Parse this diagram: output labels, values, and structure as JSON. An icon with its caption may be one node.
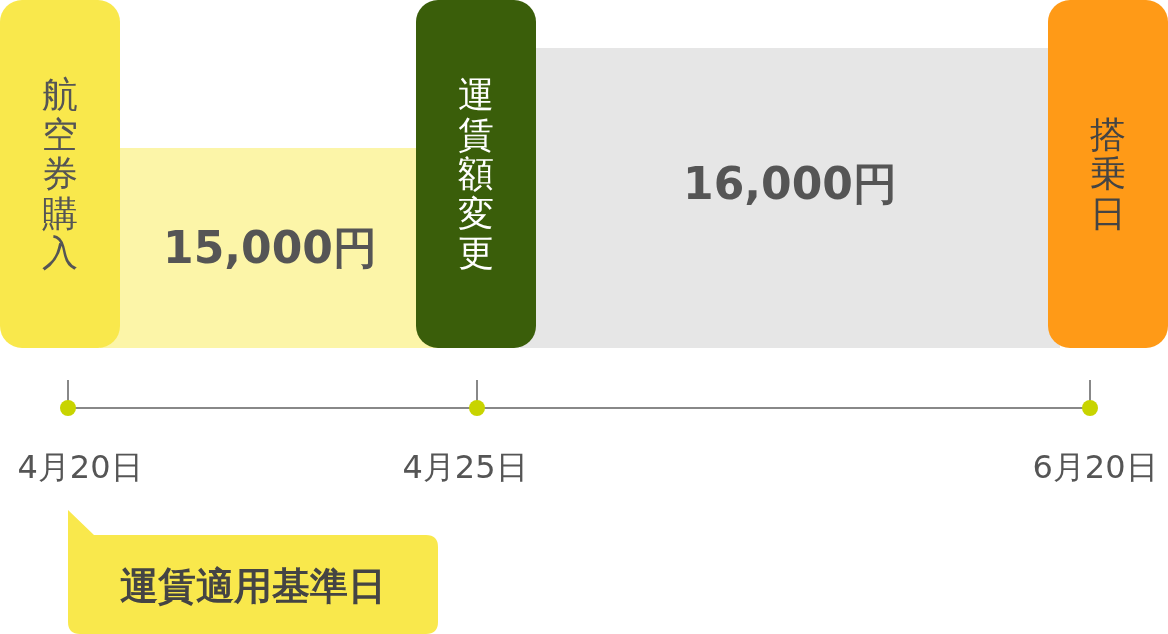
{
  "diagram": {
    "nodes": [
      {
        "text": [
          "航空券購入"
        ]
      },
      {
        "text": [
          "15,000円"
        ]
      },
      {
        "text": [
          "運賃額変更"
        ]
      },
      {
        "text": [
          "16,000円"
        ]
      },
      {
        "text": [
          "搭乗日"
        ]
      },
      {
        "text": [
          "運賃適用基準日"
        ]
      }
    ],
    "edges": [],
    "labels": [
      "4月20日",
      "4月25日",
      "6月20日"
    ]
  }
}
